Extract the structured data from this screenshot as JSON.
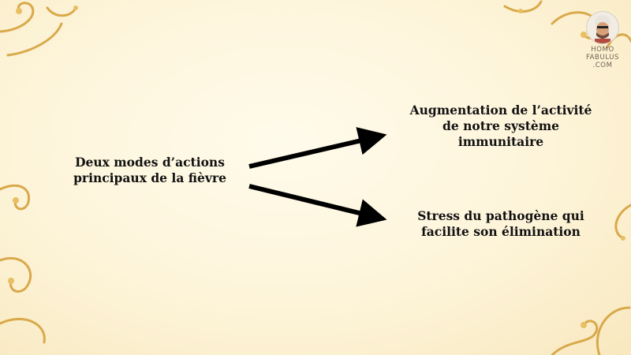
{
  "logo": {
    "line1": "HOMO",
    "line2": "FABULUS",
    "line3": ".COM"
  },
  "diagram": {
    "source": "Deux modes d’actions principaux de la fièvre",
    "targets": [
      "Augmentation de l’activité de notre système immunitaire",
      "Stress du pathogène qui facilite son élimination"
    ]
  },
  "colors": {
    "text": "#111111",
    "arrow": "#000000",
    "ornament": "#d9a94a",
    "background": "#fdf4d9"
  }
}
